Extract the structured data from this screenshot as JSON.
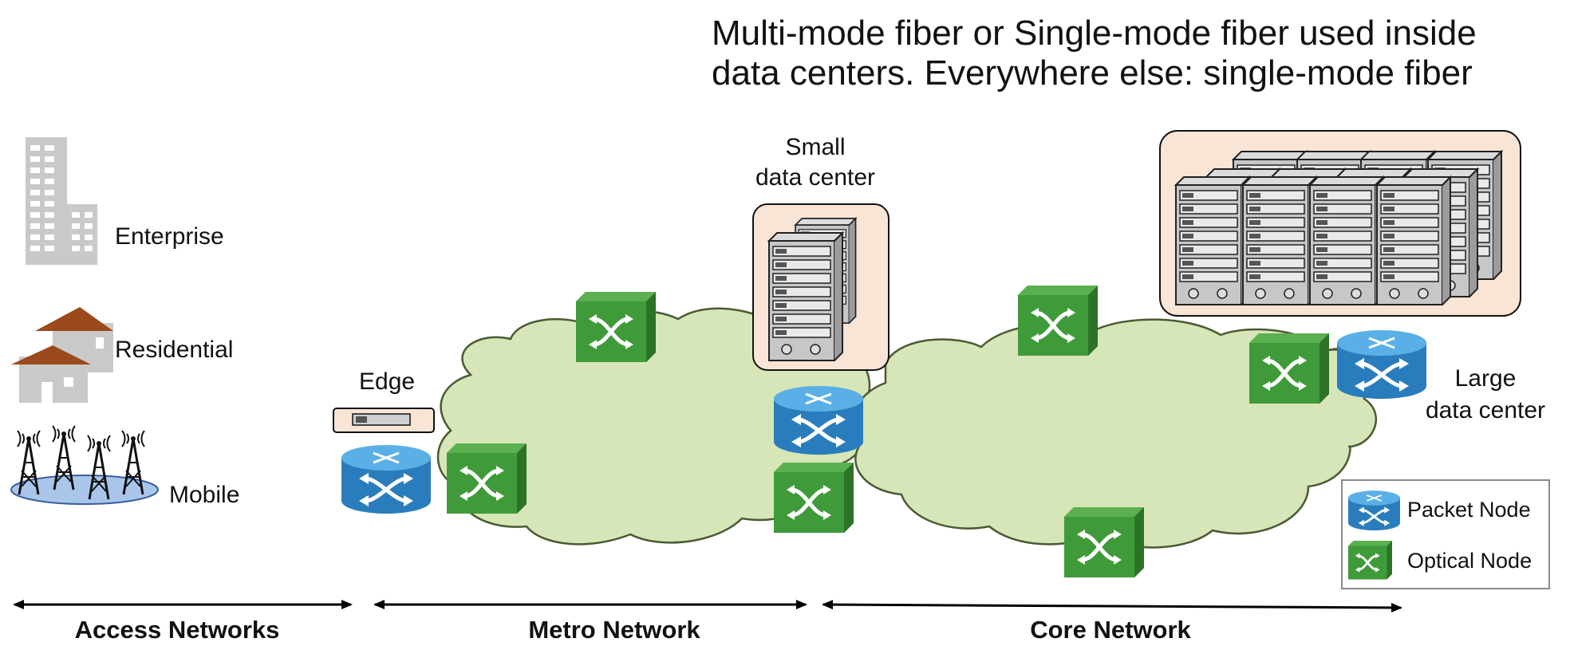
{
  "title": {
    "line1": "Multi-mode fiber or Single-mode fiber used inside",
    "line2": "data centers. Everywhere else: single-mode fiber"
  },
  "access": {
    "enterprise": "Enterprise",
    "residential": "Residential",
    "mobile": "Mobile"
  },
  "labels": {
    "edge": "Edge",
    "small_dc_line1": "Small",
    "small_dc_line2": "data center",
    "large_dc_line1": "Large",
    "large_dc_line2": "data center"
  },
  "legend": {
    "packet_node": "Packet Node",
    "optical_node": "Optical Node"
  },
  "sections": {
    "access": "Access Networks",
    "metro": "Metro Network",
    "core": "Core Network"
  },
  "colors": {
    "cloud": "#d7e6b8",
    "cloud_stroke": "#4a5a32",
    "optical_green": "#3f9b3a",
    "packet_blue": "#2e86c8",
    "dc_box": "#f8e5d6",
    "building_gray": "#c9c9c9",
    "roof_brown": "#9a4a1c"
  },
  "icons": {
    "optical_node": "optical-node-icon",
    "packet_node": "packet-node-icon",
    "server_rack": "server-rack-icon",
    "building": "building-icon",
    "house": "house-icon",
    "cell_tower": "cell-tower-icon"
  }
}
